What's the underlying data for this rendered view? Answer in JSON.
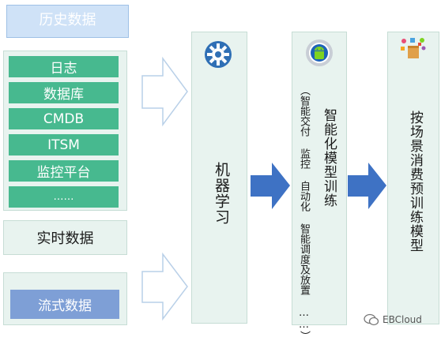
{
  "history": {
    "title": "历史数据",
    "items": [
      "日志",
      "数据库",
      "CMDB",
      "ITSM",
      "监控平台",
      "……"
    ]
  },
  "realtime": {
    "title": "实时数据",
    "items": [
      "流式数据"
    ]
  },
  "machine_learning": {
    "label": "机器学习"
  },
  "model_training": {
    "title": "智能化模型训练",
    "subtitle": "（智能交付 监控 自动化 智能调度及放置 ……）"
  },
  "scenario": {
    "label": "按场景消费预训练模型"
  },
  "watermark": {
    "text": "EBCloud"
  },
  "colors": {
    "accent_green": "#47b98f",
    "stream_blue": "#7e9fd6",
    "arrow_blue": "#3e72c4",
    "panel_bg": "#e8f3ef"
  },
  "icons": [
    "gear-icon",
    "android-gear-icon",
    "consumer-apps-icon",
    "wechat-icon"
  ]
}
